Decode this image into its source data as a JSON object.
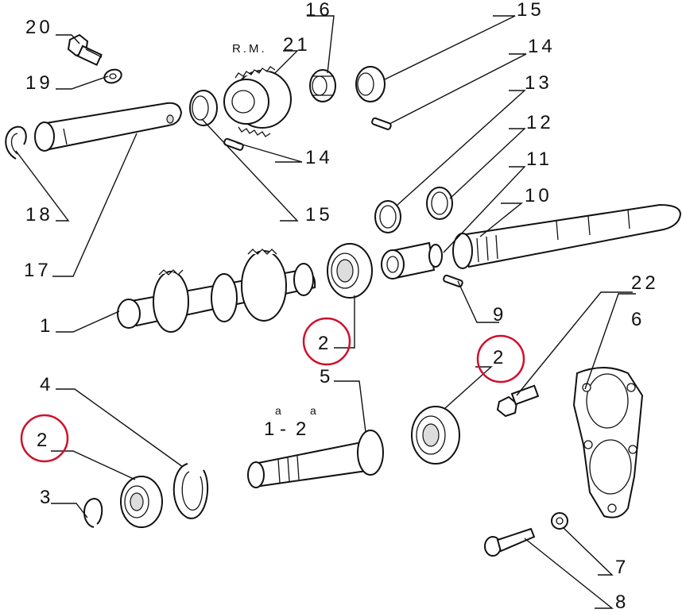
{
  "callouts": {
    "c1": "1",
    "c2a": "2",
    "c2b": "2",
    "c2c": "2",
    "c3": "3",
    "c4": "4",
    "c5": "5",
    "c6": "6",
    "c7": "7",
    "c8": "8",
    "c9": "9",
    "c10": "10",
    "c11": "11",
    "c12": "12",
    "c13": "13",
    "c14a": "14",
    "c14b": "14",
    "c15a": "15",
    "c15b": "15",
    "c16": "16",
    "c17": "17",
    "c18": "18",
    "c19": "19",
    "c20": "20",
    "c21": "21",
    "c22": "22"
  },
  "annotations": {
    "rm": "R.M.",
    "gear_label_1": "1",
    "gear_label_dash": "-",
    "gear_label_2": "2",
    "sup_a1": "a",
    "sup_a2": "a"
  },
  "colors": {
    "highlight": "#d0102a",
    "ink": "#111111"
  }
}
